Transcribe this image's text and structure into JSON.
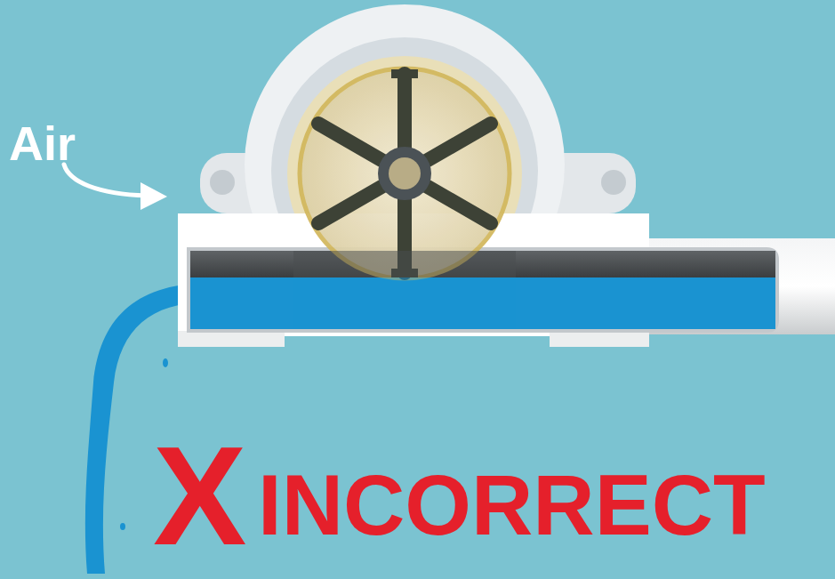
{
  "diagram": {
    "labels": [
      "Air",
      "X",
      "INCORRECT"
    ]
  }
}
